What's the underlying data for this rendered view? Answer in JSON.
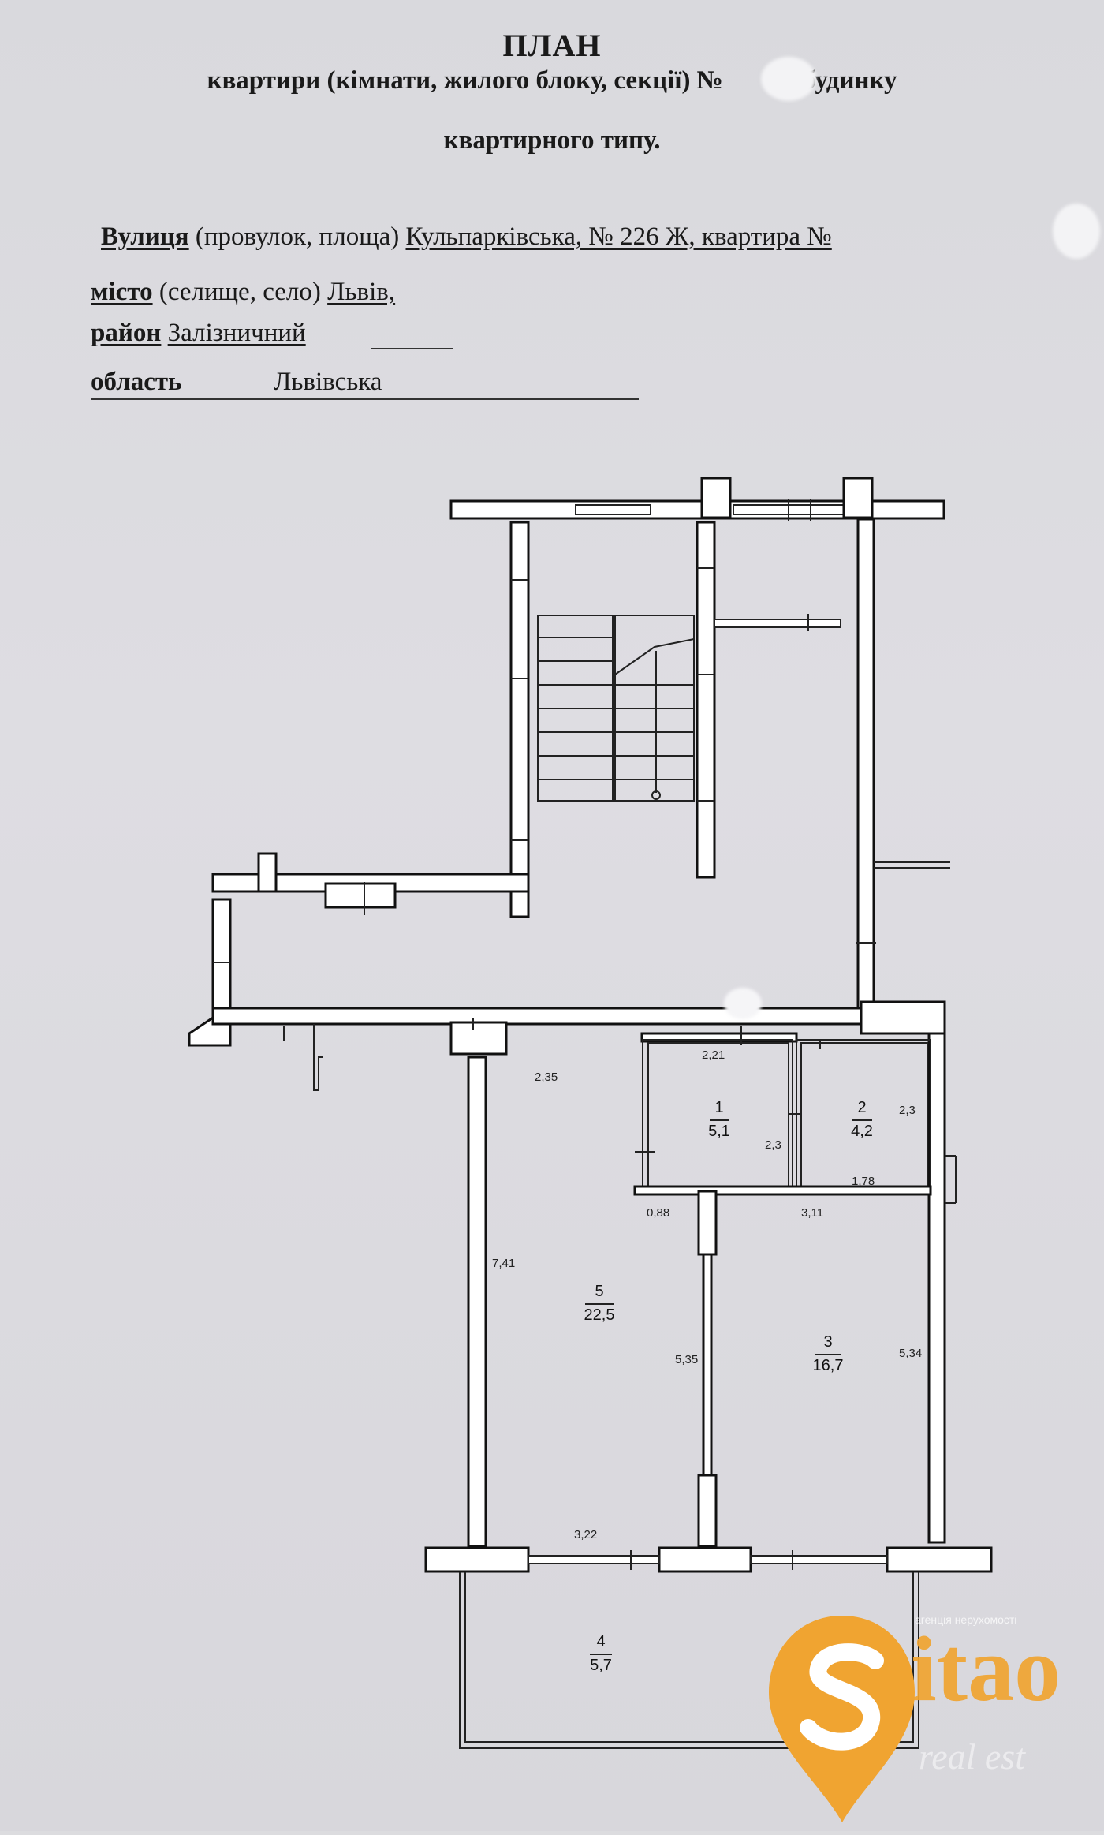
{
  "header": {
    "title": "ПЛАН",
    "subtitle_before": "квартири (кімнати, жилого блоку, секції) №",
    "subtitle_after": "у будинку",
    "subtitle2": "квартирного типу."
  },
  "address": {
    "street_label": "Вулиця",
    "street_hint": "(провулок, площа)",
    "street_value": "Кульпарківська, № 226 Ж, квартира №",
    "city_label": "місто",
    "city_hint": "(селище, село)",
    "city_value": "Львів,",
    "district_label": "район",
    "district_value": "Залізничний",
    "region_label": "область",
    "region_value": "Львівська"
  },
  "rooms": [
    {
      "number": "1",
      "area": "5,1"
    },
    {
      "number": "2",
      "area": "4,2"
    },
    {
      "number": "3",
      "area": "16,7"
    },
    {
      "number": "4",
      "area": "5,7"
    },
    {
      "number": "5",
      "area": "22,5"
    }
  ],
  "dimensions": {
    "d_2_35": "2,35",
    "d_2_21": "2,21",
    "d_2_3a": "2,3",
    "d_2_3b": "2,3",
    "d_1_78": "1,78",
    "d_0_88": "0,88",
    "d_3_11": "3,11",
    "d_7_41": "7,41",
    "d_5_35": "5,35",
    "d_5_34": "5,34",
    "d_3_22": "3,22"
  },
  "watermark": {
    "brand": "itao",
    "tagline_top": "агенція нерухомості",
    "tagline_bottom": "real est",
    "colors": {
      "orange": "#f0a431",
      "white": "#ffffff"
    }
  }
}
